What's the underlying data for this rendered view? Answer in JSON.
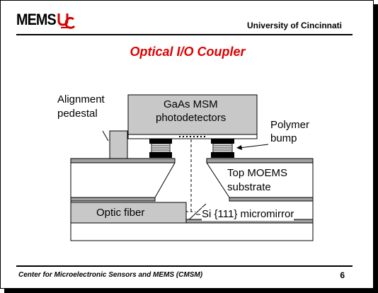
{
  "header": {
    "logo_text": "MEMS",
    "institution": "University of Cincinnati"
  },
  "slide": {
    "title": "Optical I/O Coupler"
  },
  "diagram": {
    "labels": {
      "alignment_1": "Alignment",
      "alignment_2": "pedestal",
      "detector_1": "GaAs MSM",
      "detector_2": "photodetectors",
      "polymer_1": "Polymer",
      "polymer_2": "bump",
      "substrate_1": "Top MOEMS",
      "substrate_2": "substrate",
      "fiber": "Optic fiber",
      "mirror": "Si {111} micromirror"
    }
  },
  "footer": {
    "center_name": "Center for Microelectronic Sensors and MEMS (CMSM)",
    "page_number": "6"
  },
  "colors": {
    "title": "#e00000",
    "detector_fill": "#c8c8c8",
    "fiber_fill": "#c8c8c8",
    "layer_fill": "#a0a0a0"
  }
}
